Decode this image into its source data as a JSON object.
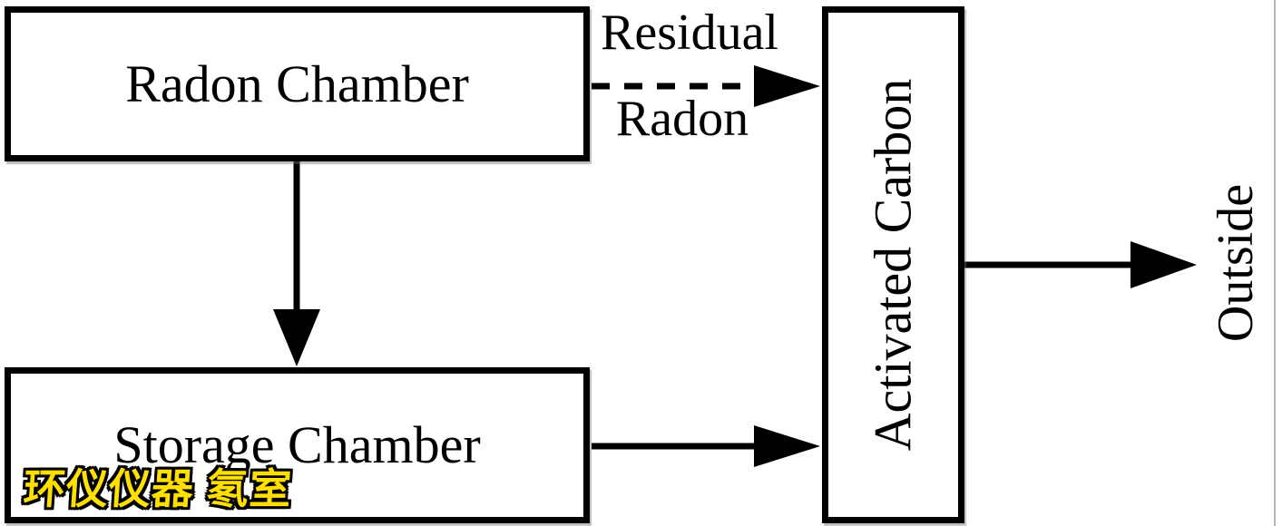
{
  "colors": {
    "line": "#000000",
    "box_fill": "#ffffff",
    "background": "#ffffff",
    "watermark_fill": "#ffdf00",
    "watermark_outline": "#000000"
  },
  "diagram": {
    "type": "flow-diagram",
    "nodes": {
      "radon_chamber": {
        "label": "Radon Chamber",
        "orientation": "horizontal"
      },
      "storage_chamber": {
        "label": "Storage Chamber",
        "orientation": "horizontal"
      },
      "activated_carbon": {
        "label": "Activated Carbon",
        "orientation": "vertical"
      },
      "outside": {
        "label": "Outside",
        "orientation": "vertical"
      }
    },
    "edges": [
      {
        "from": "radon_chamber",
        "to": "activated_carbon",
        "style": "dashed",
        "label": "Residual Radon"
      },
      {
        "from": "radon_chamber",
        "to": "storage_chamber",
        "style": "solid",
        "label": ""
      },
      {
        "from": "storage_chamber",
        "to": "activated_carbon",
        "style": "solid",
        "label": ""
      },
      {
        "from": "activated_carbon",
        "to": "outside",
        "style": "solid",
        "label": ""
      }
    ],
    "dashed_edge_label": {
      "line1": "Residual",
      "line2": "Radon"
    }
  },
  "watermark": {
    "text": "环仪仪器 氡室"
  }
}
